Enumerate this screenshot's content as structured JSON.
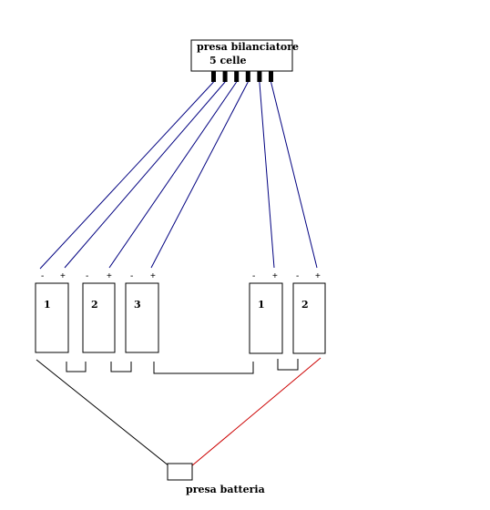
{
  "balancer": {
    "title_line1": "presa bilanciatore",
    "title_line2": "5 celle",
    "pin_count": 6
  },
  "battery_plug": {
    "label": "presa batteria"
  },
  "packs": [
    {
      "name": "pack-a",
      "cells": [
        {
          "number": "1",
          "minus": "-",
          "plus": "+"
        },
        {
          "number": "2",
          "minus": "-",
          "plus": "+"
        },
        {
          "number": "3",
          "minus": "-",
          "plus": "+"
        }
      ]
    },
    {
      "name": "pack-b",
      "cells": [
        {
          "number": "1",
          "minus": "-",
          "plus": "+"
        },
        {
          "number": "2",
          "minus": "-",
          "plus": "+"
        }
      ]
    }
  ],
  "colors": {
    "balance_wire": "#000080",
    "negative_wire": "#000000",
    "positive_wire": "#cc0000",
    "outline": "#000000",
    "background": "#ffffff"
  }
}
